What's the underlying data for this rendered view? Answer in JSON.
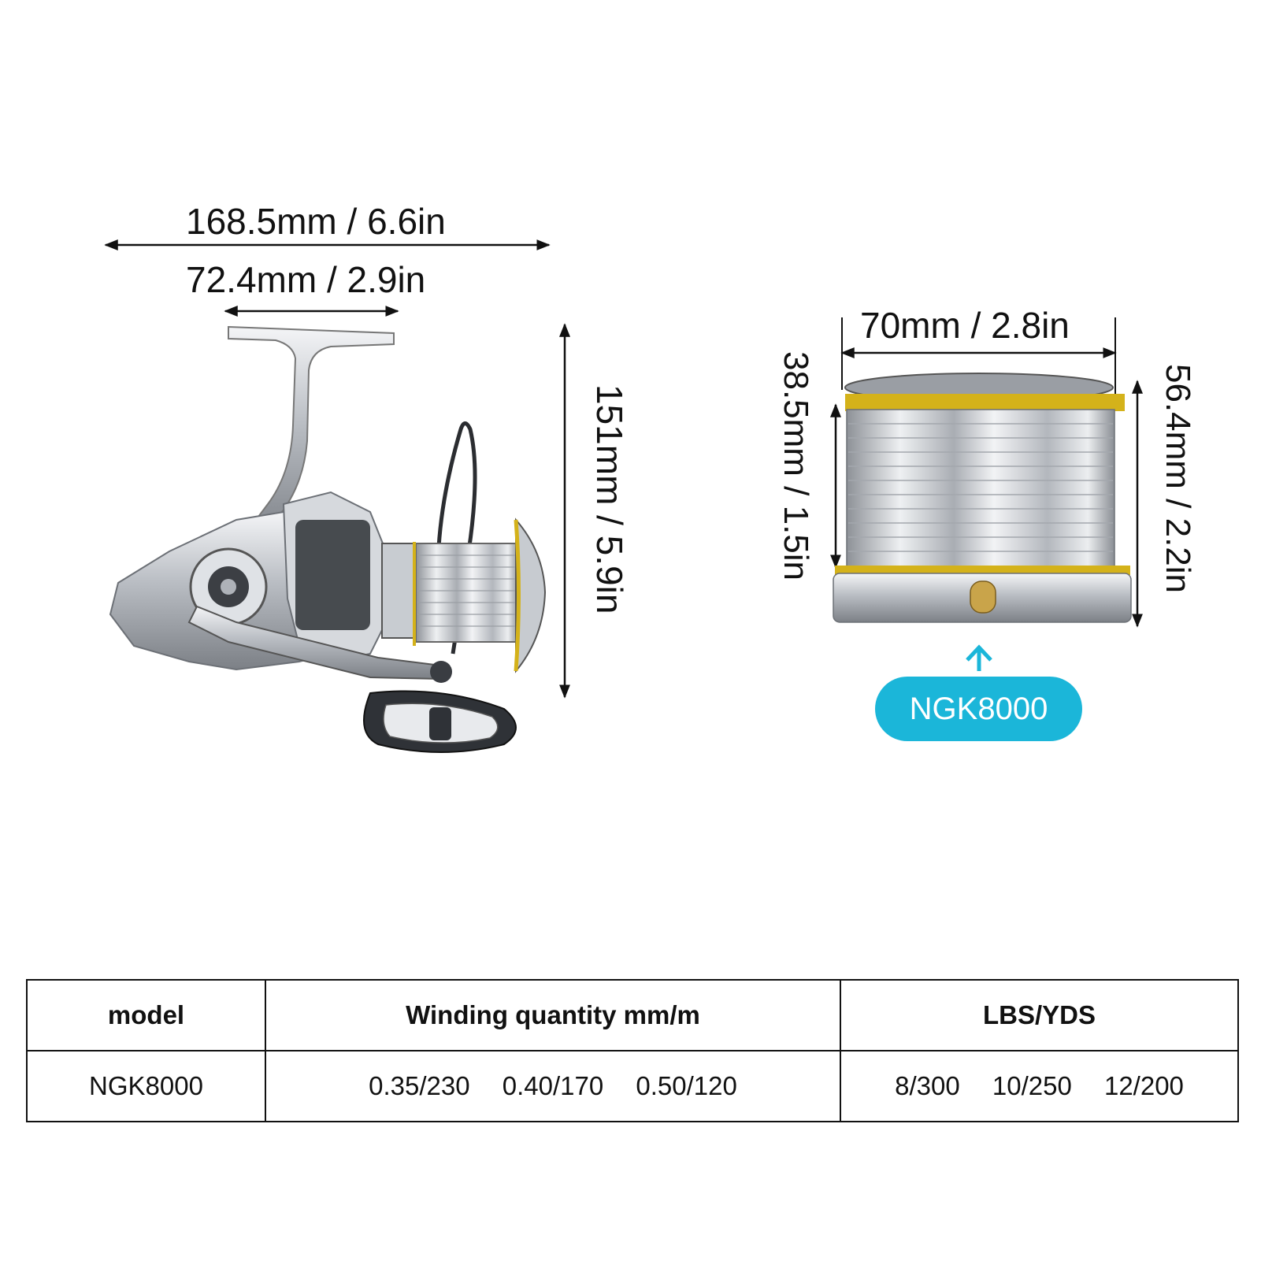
{
  "reel_dimensions": {
    "overall_width": "168.5mm / 6.6in",
    "handle_width": "72.4mm / 2.9in",
    "height": "151mm / 5.9in"
  },
  "spool_dimensions": {
    "diameter": "70mm / 2.8in",
    "inner_height": "38.5mm / 1.5in",
    "outer_height": "56.4mm / 2.2in",
    "model_badge": "NGK8000"
  },
  "spec_table": {
    "headers": [
      "model",
      "Winding quantity mm/m",
      "LBS/YDS"
    ],
    "row": {
      "model": "NGK8000",
      "winding": [
        "0.35/230",
        "0.40/170",
        "0.50/120"
      ],
      "lbs_yds": [
        "8/300",
        "10/250",
        "12/200"
      ]
    }
  },
  "colors": {
    "badge": "#1bb6d9",
    "spool_trim": "#d4b21a",
    "metal": "#c9ccd1"
  }
}
